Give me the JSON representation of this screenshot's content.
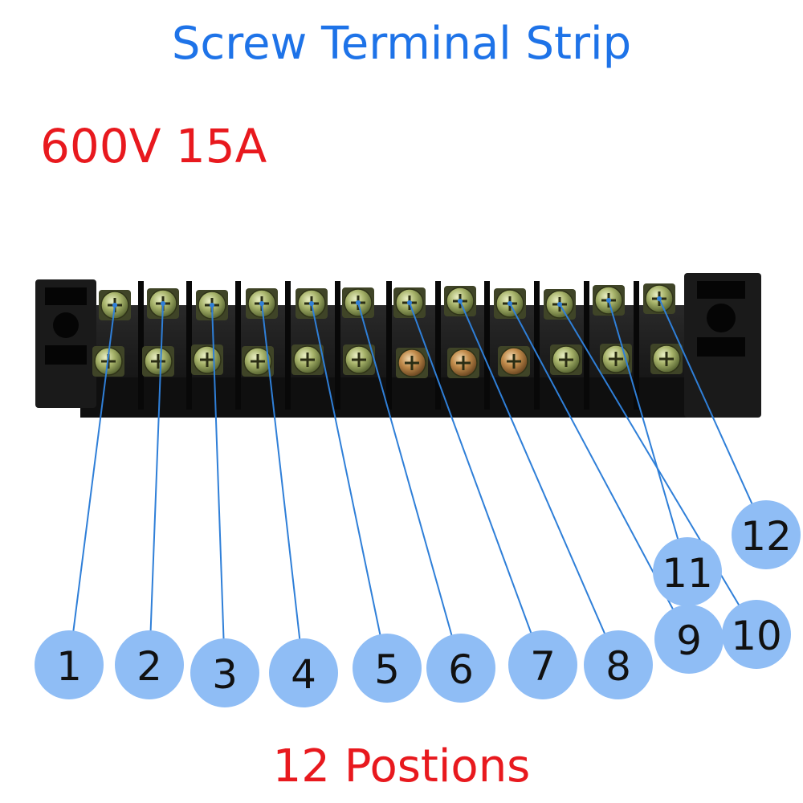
{
  "title": "Screw Terminal Strip",
  "rating": "600V 15A",
  "footer": "12 Postions",
  "colors": {
    "title": "#1e73e8",
    "rating": "#e8191e",
    "footer": "#e8191e",
    "callout_fill": "#8fbdf5",
    "callout_line": "#2f7fd8",
    "strip_body": "#141414"
  },
  "positions": [
    {
      "label": "1"
    },
    {
      "label": "2"
    },
    {
      "label": "3"
    },
    {
      "label": "4"
    },
    {
      "label": "5"
    },
    {
      "label": "6"
    },
    {
      "label": "7"
    },
    {
      "label": "8"
    },
    {
      "label": "9"
    },
    {
      "label": "10"
    },
    {
      "label": "11"
    },
    {
      "label": "12"
    }
  ]
}
